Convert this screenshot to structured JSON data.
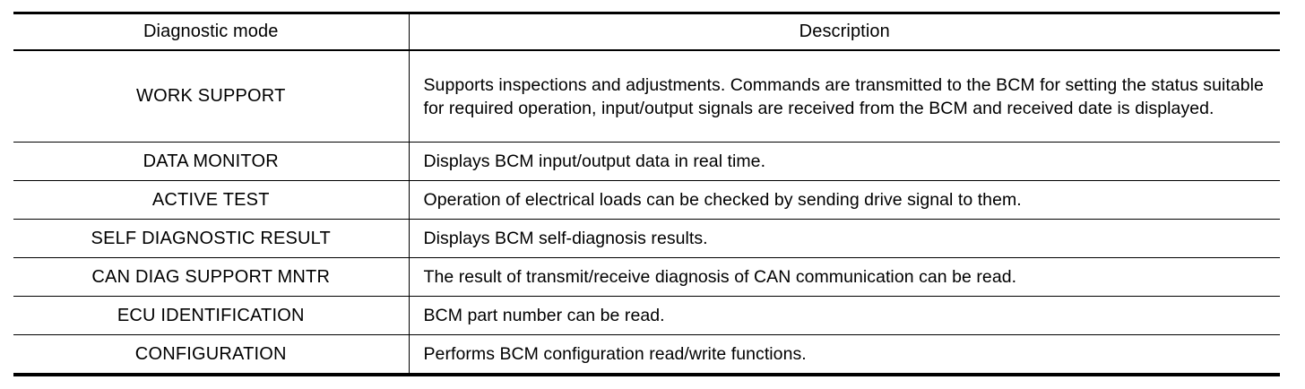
{
  "table": {
    "columns": [
      {
        "key": "mode",
        "header": "Diagnostic mode"
      },
      {
        "key": "description",
        "header": "Description"
      }
    ],
    "rows": [
      {
        "mode": "WORK SUPPORT",
        "description": "Supports inspections and adjustments. Commands are transmitted to the BCM for setting the status suitable for required operation, input/output signals are received from the BCM and received date is displayed."
      },
      {
        "mode": "DATA MONITOR",
        "description": "Displays BCM input/output data in real time."
      },
      {
        "mode": "ACTIVE TEST",
        "description": "Operation of electrical loads can be checked by sending drive signal to them."
      },
      {
        "mode": "SELF DIAGNOSTIC RESULT",
        "description": "Displays BCM self-diagnosis results."
      },
      {
        "mode": "CAN DIAG SUPPORT MNTR",
        "description": "The result of transmit/receive diagnosis of CAN communication can be read."
      },
      {
        "mode": "ECU IDENTIFICATION",
        "description": "BCM part number can be read."
      },
      {
        "mode": "CONFIGURATION",
        "description": "Performs BCM configuration read/write functions."
      }
    ]
  },
  "style": {
    "text_color": "#000000",
    "background_color": "#ffffff",
    "rule_color": "#000000"
  }
}
